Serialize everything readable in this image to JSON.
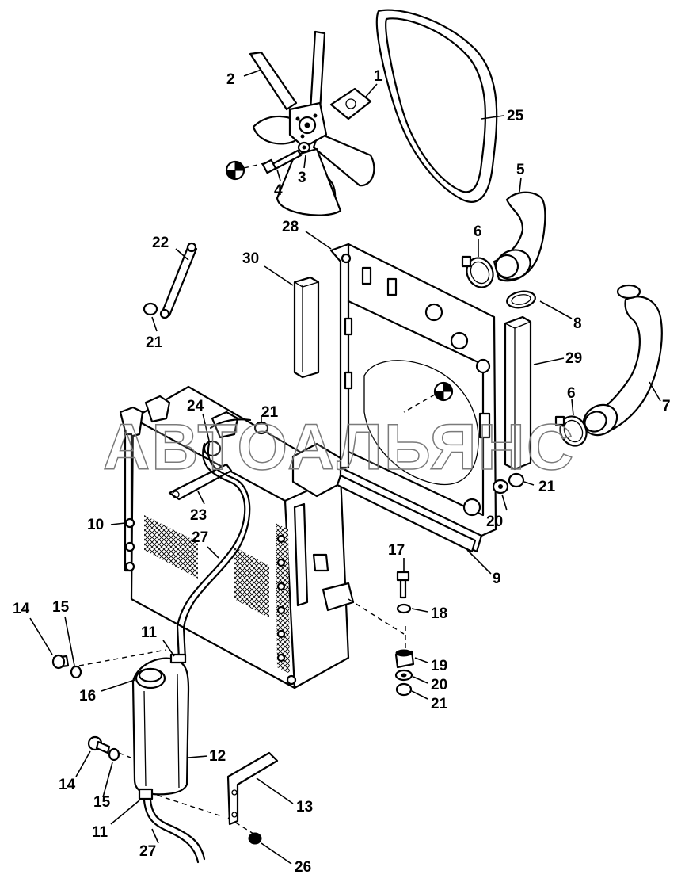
{
  "watermark": "АВТОАЛЬЯНС",
  "callouts": [
    {
      "id": "c1",
      "text": "1"
    },
    {
      "id": "c2",
      "text": "2"
    },
    {
      "id": "c3",
      "text": "3"
    },
    {
      "id": "c4",
      "text": "4"
    },
    {
      "id": "c25",
      "text": "25"
    },
    {
      "id": "c5",
      "text": "5"
    },
    {
      "id": "c22",
      "text": "22"
    },
    {
      "id": "c28",
      "text": "28"
    },
    {
      "id": "c30",
      "text": "30"
    },
    {
      "id": "c6a",
      "text": "6"
    },
    {
      "id": "c8",
      "text": "8"
    },
    {
      "id": "c21a",
      "text": "21"
    },
    {
      "id": "c29",
      "text": "29"
    },
    {
      "id": "c6b",
      "text": "6"
    },
    {
      "id": "c7",
      "text": "7"
    },
    {
      "id": "c24",
      "text": "24"
    },
    {
      "id": "c21b",
      "text": "21"
    },
    {
      "id": "c21c",
      "text": "21"
    },
    {
      "id": "c20a",
      "text": "20"
    },
    {
      "id": "c23",
      "text": "23"
    },
    {
      "id": "c10",
      "text": "10"
    },
    {
      "id": "c27a",
      "text": "27"
    },
    {
      "id": "c9",
      "text": "9"
    },
    {
      "id": "c17",
      "text": "17"
    },
    {
      "id": "c18",
      "text": "18"
    },
    {
      "id": "c14a",
      "text": "14"
    },
    {
      "id": "c15a",
      "text": "15"
    },
    {
      "id": "c11a",
      "text": "11"
    },
    {
      "id": "c19",
      "text": "19"
    },
    {
      "id": "c20b",
      "text": "20"
    },
    {
      "id": "c16",
      "text": "16"
    },
    {
      "id": "c21d",
      "text": "21"
    },
    {
      "id": "c12",
      "text": "12"
    },
    {
      "id": "c14b",
      "text": "14"
    },
    {
      "id": "c13",
      "text": "13"
    },
    {
      "id": "c15b",
      "text": "15"
    },
    {
      "id": "c11b",
      "text": "11"
    },
    {
      "id": "c27b",
      "text": "27"
    },
    {
      "id": "c26",
      "text": "26"
    }
  ]
}
